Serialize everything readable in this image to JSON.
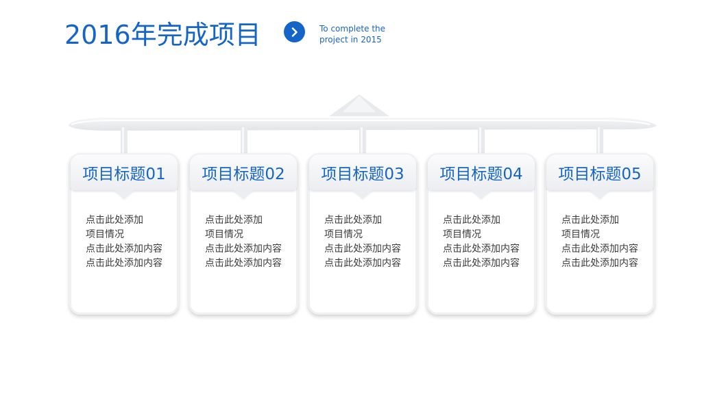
{
  "header": {
    "title": "2016年完成项目",
    "subtitle_line1": "To complete the",
    "subtitle_line2": "project in 2015",
    "nav_icon": "chevron-right-icon"
  },
  "colors": {
    "accent": "#1565c8",
    "card_header": "#eceef1",
    "body_text": "#3a3a3a"
  },
  "cards": [
    {
      "title": "项目标题01",
      "lines": [
        "点击此处添加",
        "项目情况",
        "点击此处添加内容",
        "点击此处添加内容"
      ]
    },
    {
      "title": "项目标题02",
      "lines": [
        "点击此处添加",
        "项目情况",
        "点击此处添加内容",
        "点击此处添加内容"
      ]
    },
    {
      "title": "项目标题03",
      "lines": [
        "点击此处添加",
        "项目情况",
        "点击此处添加内容",
        "点击此处添加内容"
      ]
    },
    {
      "title": "项目标题04",
      "lines": [
        "点击此处添加",
        "项目情况",
        "点击此处添加内容",
        "点击此处添加内容"
      ]
    },
    {
      "title": "项目标题05",
      "lines": [
        "点击此处添加",
        "项目情况",
        "点击此处添加内容",
        "点击此处添加内容"
      ]
    }
  ]
}
